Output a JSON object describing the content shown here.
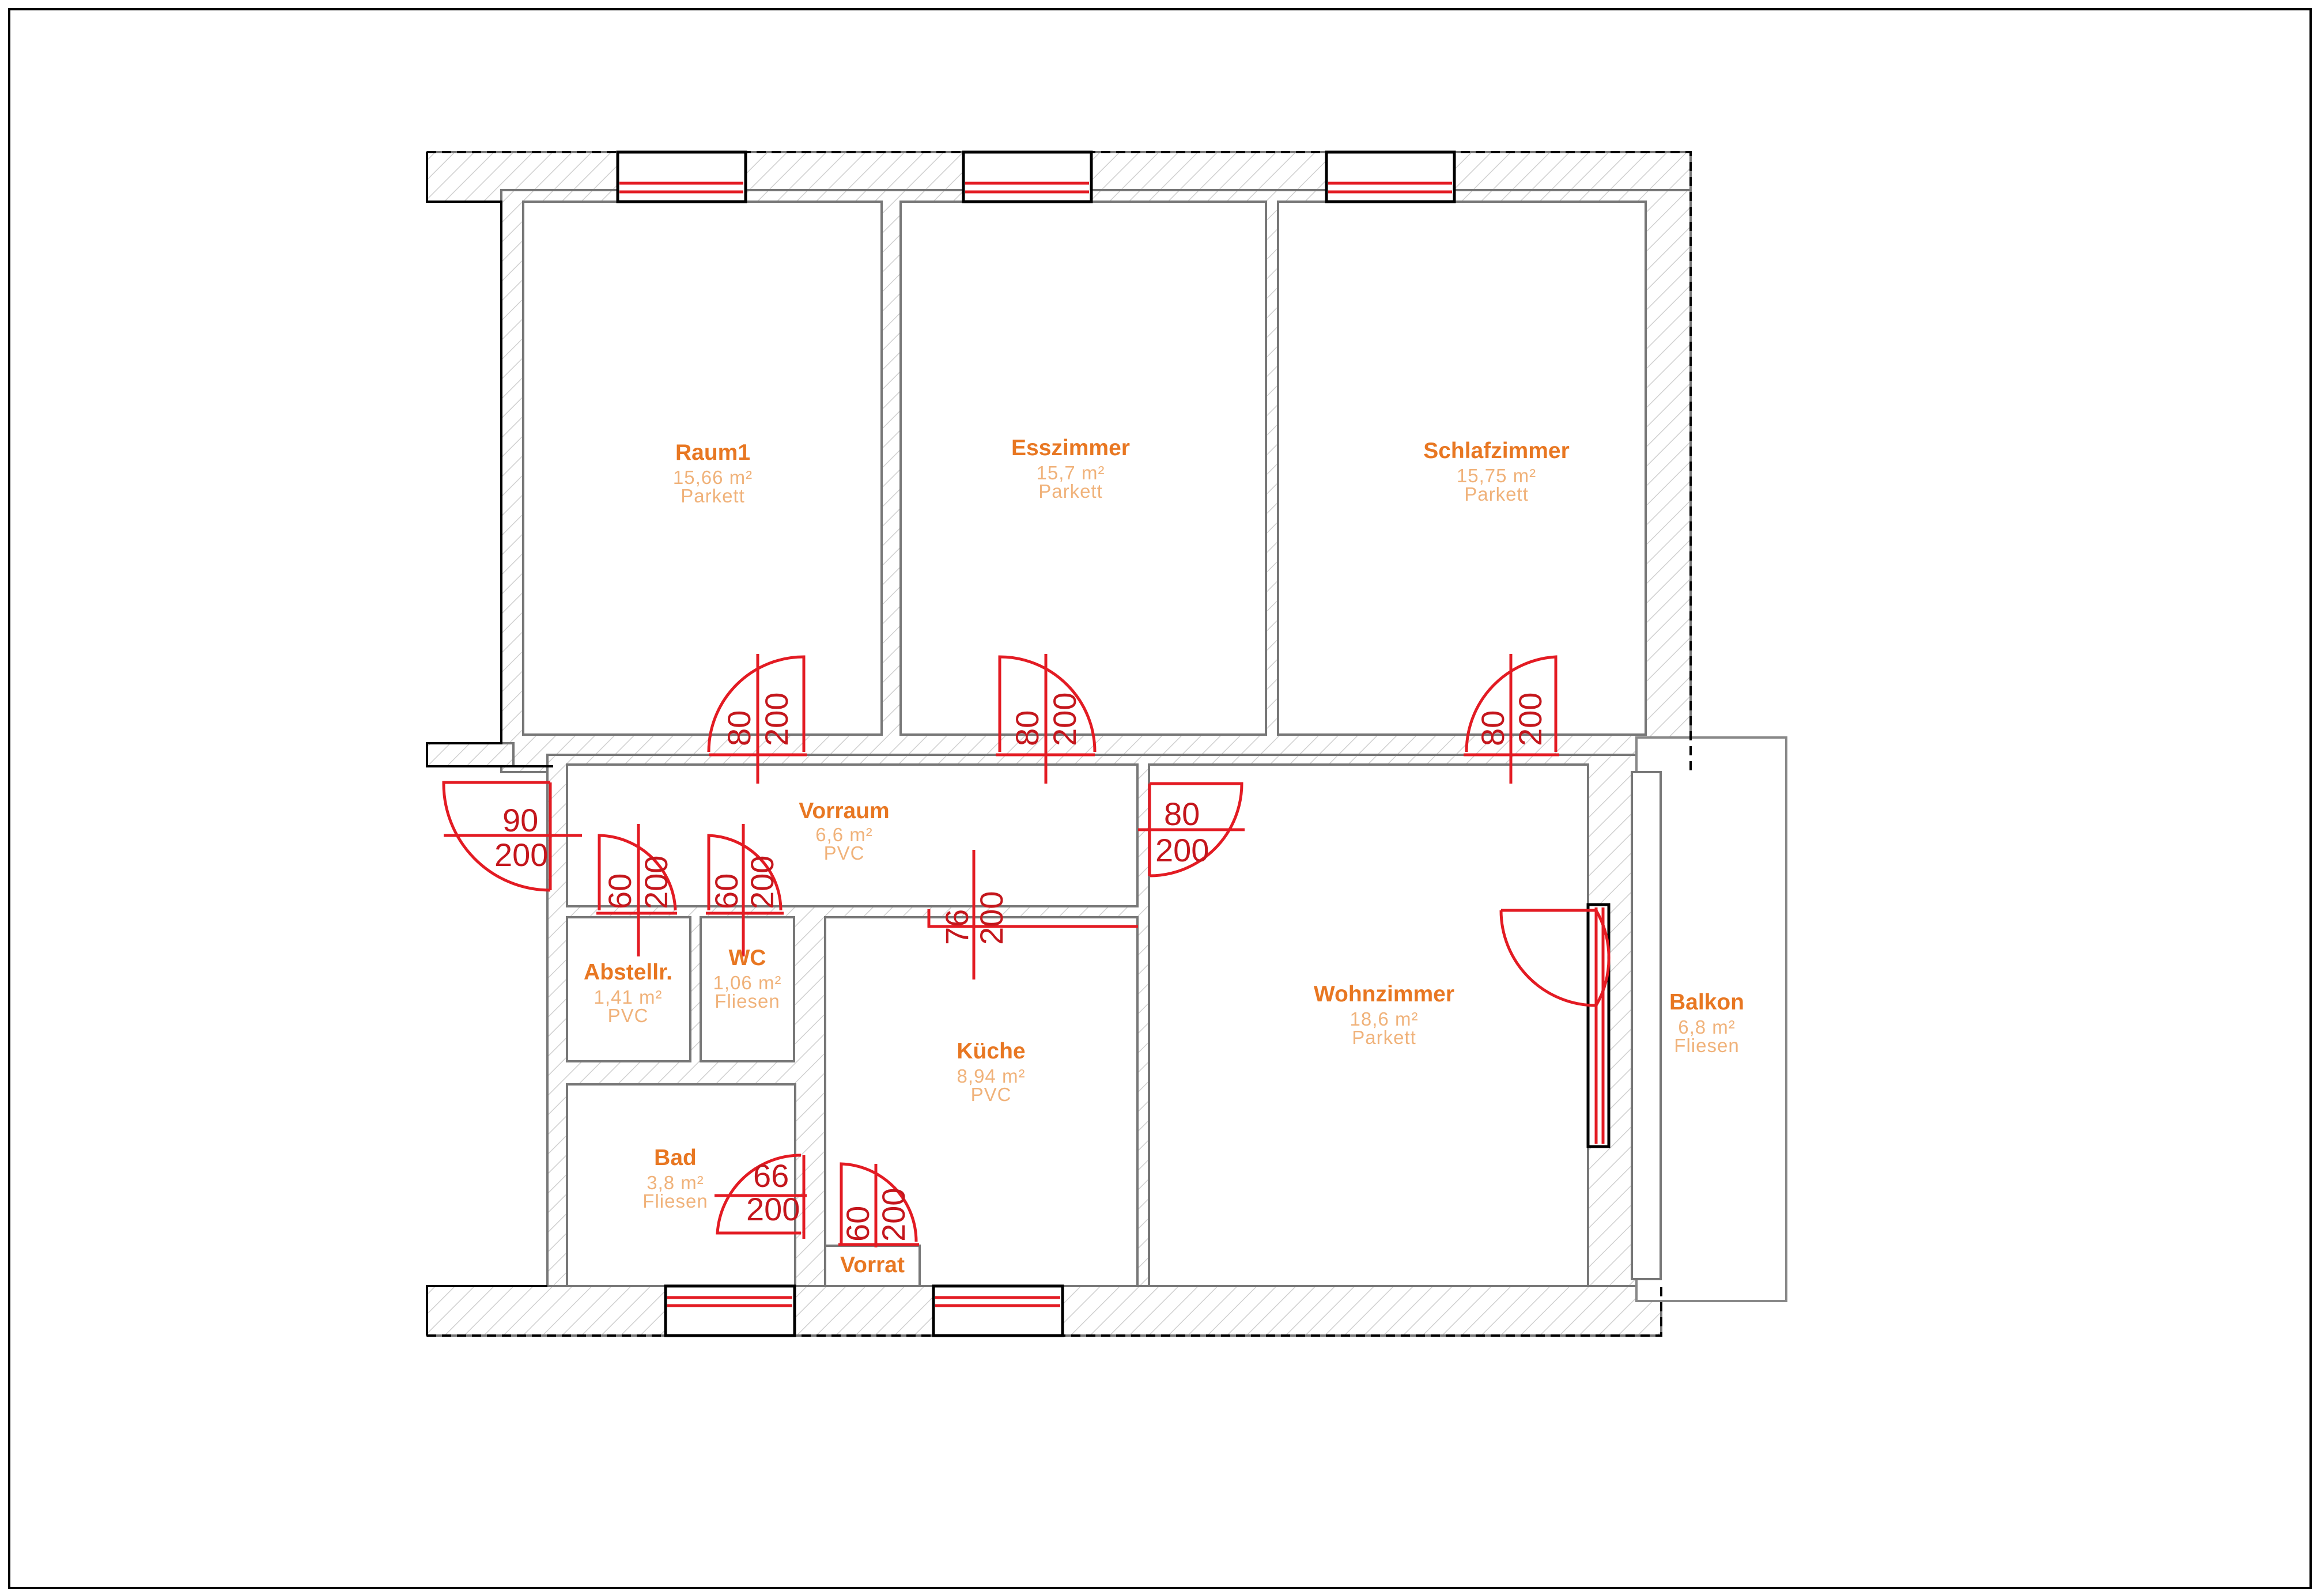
{
  "colors": {
    "room_name": "#e87722",
    "room_info": "#f0b27a",
    "door": "#e31b23",
    "wall_stroke": "#777777",
    "outline": "#000000"
  },
  "rooms": [
    {
      "name": "Raum1",
      "area": "15,66",
      "unit": "m²",
      "floor": "Parkett"
    },
    {
      "name": "Esszimmer",
      "area": "15,7",
      "unit": "m²",
      "floor": "Parkett"
    },
    {
      "name": "Schlafzimmer",
      "area": "15,75",
      "unit": "m²",
      "floor": "Parkett"
    },
    {
      "name": "Vorraum",
      "area": "6,6",
      "unit": "m²",
      "floor": "PVC"
    },
    {
      "name": "Abstellr.",
      "area": "1,41",
      "unit": "m²",
      "floor": "PVC"
    },
    {
      "name": "WC",
      "area": "1,06",
      "unit": "m²",
      "floor": "Fliesen"
    },
    {
      "name": "Küche",
      "area": "8,94",
      "unit": "m²",
      "floor": "PVC"
    },
    {
      "name": "Wohnzimmer",
      "area": "18,6",
      "unit": "m²",
      "floor": "Parkett"
    },
    {
      "name": "Balkon",
      "area": "6,8",
      "unit": "m²",
      "floor": "Fliesen"
    },
    {
      "name": "Bad",
      "area": "3,8",
      "unit": "m²",
      "floor": "Fliesen"
    },
    {
      "name": "Vorrat"
    }
  ],
  "doors": [
    {
      "width": "80",
      "height": "200"
    },
    {
      "width": "80",
      "height": "200"
    },
    {
      "width": "80",
      "height": "200"
    },
    {
      "width": "90",
      "height": "200"
    },
    {
      "width": "80",
      "height": "200"
    },
    {
      "width": "60",
      "height": "200"
    },
    {
      "width": "60",
      "height": "200"
    },
    {
      "width": "76",
      "height": "200"
    },
    {
      "width": "66",
      "height": "200"
    },
    {
      "width": "60",
      "height": "200"
    }
  ]
}
